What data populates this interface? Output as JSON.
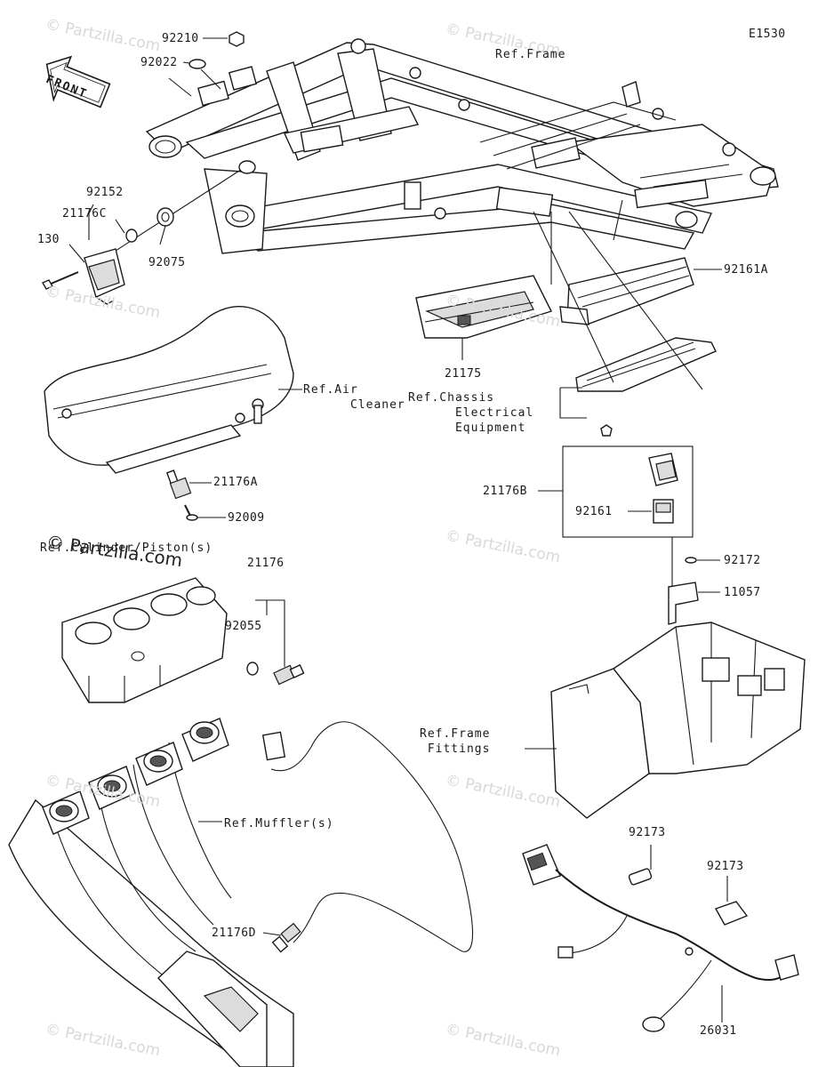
{
  "diagram_code": "E1530",
  "front_label": "FRONT",
  "watermark": "© Partzilla.com",
  "brand_watermark": "© Partzilla.com",
  "parts": [
    {
      "id": "92210",
      "label": "92210"
    },
    {
      "id": "92022",
      "label": "92022"
    },
    {
      "id": "92152",
      "label": "92152"
    },
    {
      "id": "21176C",
      "label": "21176C"
    },
    {
      "id": "130",
      "label": "130"
    },
    {
      "id": "92075",
      "label": "92075"
    },
    {
      "id": "92161A",
      "label": "92161A"
    },
    {
      "id": "21175",
      "label": "21175"
    },
    {
      "id": "21176A",
      "label": "21176A"
    },
    {
      "id": "92009",
      "label": "92009"
    },
    {
      "id": "21176",
      "label": "21176"
    },
    {
      "id": "92055",
      "label": "92055"
    },
    {
      "id": "21176B",
      "label": "21176B"
    },
    {
      "id": "92161",
      "label": "92161"
    },
    {
      "id": "92172",
      "label": "92172"
    },
    {
      "id": "11057",
      "label": "11057"
    },
    {
      "id": "92173a",
      "label": "92173"
    },
    {
      "id": "92173b",
      "label": "92173"
    },
    {
      "id": "21176D",
      "label": "21176D"
    },
    {
      "id": "26031",
      "label": "26031"
    }
  ],
  "references": {
    "frame": "Ref.Frame",
    "air_cleaner": "Ref.Air\n      Cleaner",
    "chassis": "Ref.Chassis\n      Electrical\n      Equipment",
    "cylinder": "Ref.Cylinder/Piston(s)",
    "frame_fittings": "Ref.Frame\n Fittings",
    "muffler": "Ref.Muffler(s)"
  }
}
